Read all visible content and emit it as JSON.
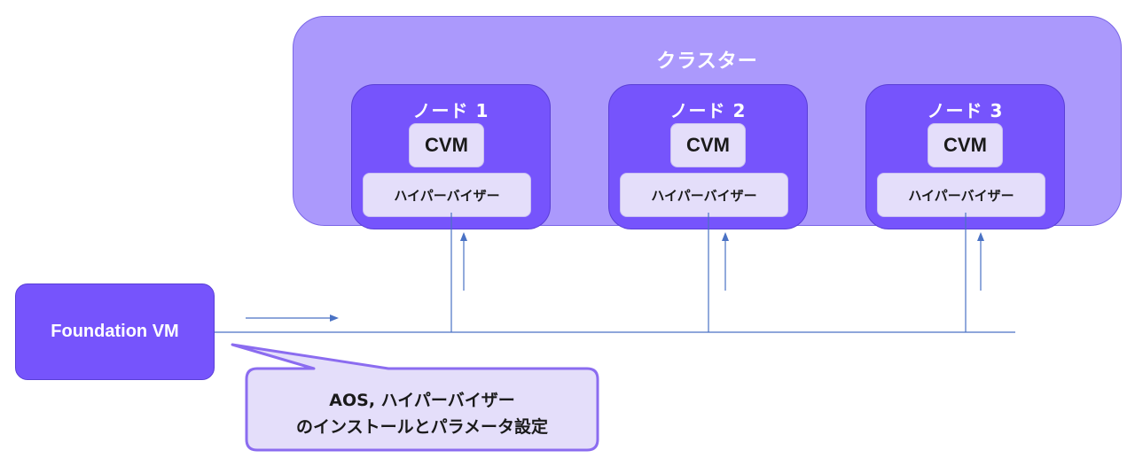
{
  "cluster": {
    "title": "クラスター"
  },
  "nodes": [
    {
      "title": "ノード 1",
      "cvm": "CVM",
      "hypervisor": "ハイパーバイザー"
    },
    {
      "title": "ノード 2",
      "cvm": "CVM",
      "hypervisor": "ハイパーバイザー"
    },
    {
      "title": "ノード 3",
      "cvm": "CVM",
      "hypervisor": "ハイパーバイザー"
    }
  ],
  "foundation_vm": {
    "label": "Foundation VM"
  },
  "callout": {
    "line1": "AOS, ハイパーバイザー",
    "line2": "のインストールとパラメータ設定"
  },
  "colors": {
    "cluster_fill": "#ab99fc",
    "node_fill": "#7654fc",
    "inner_box_fill": "#e4defa",
    "callout_border": "#8b6cf0",
    "wire": "#4a72c4"
  }
}
